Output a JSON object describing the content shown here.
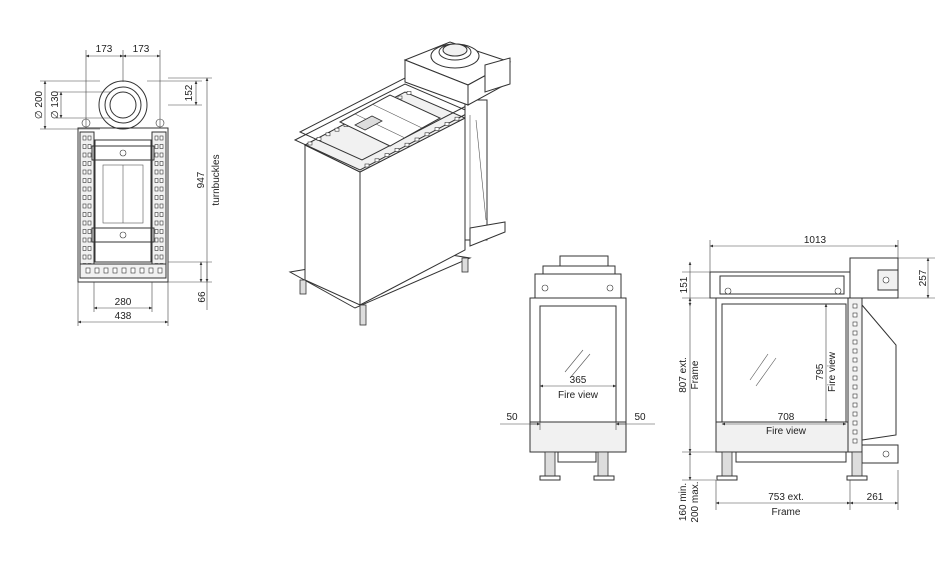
{
  "colors": {
    "line": "#333333",
    "dim": "#444444",
    "background": "#ffffff"
  },
  "top_view": {
    "dim_half_left": "173",
    "dim_half_right": "173",
    "dim_diam_outer": "∅ 200",
    "dim_diam_inner": "∅ 130",
    "dim_flue_offset": "152",
    "dim_total_height": "947",
    "label_turnbuckles": "turnbuckles",
    "dim_inner_width": "280",
    "dim_outer_width": "438",
    "dim_bottom_offset": "66"
  },
  "front_view": {
    "dim_glass_width": "365",
    "label_fire_view": "Fire view",
    "dim_left_side": "50",
    "dim_right_side": "50"
  },
  "side_view": {
    "dim_total_width": "1013",
    "dim_flue_height": "257",
    "dim_top_offset": "151",
    "dim_frame_height": "807 ext.",
    "label_frame_vertical": "Frame",
    "dim_glass_height": "795",
    "label_fire_view_vertical": "Fire view",
    "dim_glass_width": "708",
    "label_fire_view": "Fire view",
    "dim_leg_min": "160 min.",
    "dim_leg_max": "200 max.",
    "dim_frame_width": "753 ext.",
    "label_frame": "Frame",
    "dim_depth": "261"
  }
}
